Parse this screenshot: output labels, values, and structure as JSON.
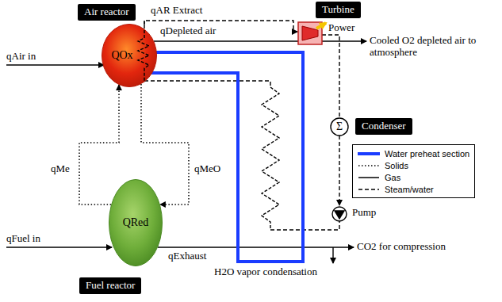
{
  "diagram": {
    "nodes": [
      {
        "text": [
          "Air reactor"
        ]
      },
      {
        "text": [
          "QOx"
        ]
      },
      {
        "text": [
          "QRed"
        ]
      },
      {
        "text": [
          "Fuel reactor"
        ]
      },
      {
        "text": [
          "Turbine"
        ]
      },
      {
        "text": [
          "Condenser"
        ]
      }
    ],
    "edges": [
      {
        "from": 2,
        "to": 1,
        "label": "qMe",
        "arrow": "to"
      },
      {
        "from": 1,
        "to": 2,
        "label": "qMeO",
        "arrow": "to"
      }
    ],
    "labels": [
      "qAir in",
      "qAR Extract",
      "qDepleted air",
      "Power",
      "Cooled O2 depleted air to atmosphere",
      "Σ",
      "Pump",
      "qFuel in",
      "qExhaust",
      "CO2 for compression",
      "H2O vapor condensation"
    ],
    "legend": [
      {
        "text": "Water preheat section",
        "color": "#1a3cff"
      },
      {
        "text": "Solids"
      },
      {
        "text": "Gas"
      },
      {
        "text": "Steam/water"
      }
    ]
  }
}
